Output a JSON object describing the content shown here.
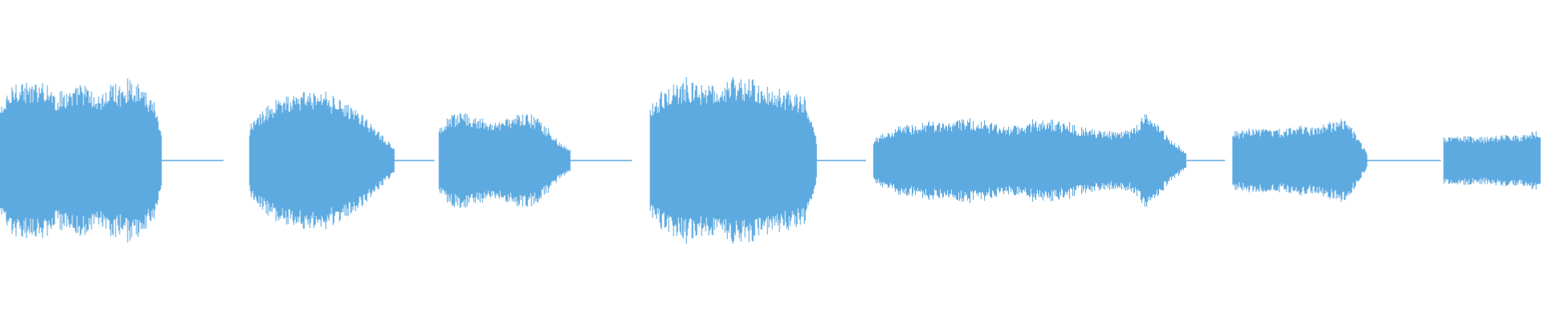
{
  "waveform": {
    "color": "#5DAAE1",
    "background": "#FFFFFF",
    "segments": [
      {
        "name": "segment-1",
        "start": 0.0,
        "end": 0.105,
        "levels": [
          0.34,
          0.42,
          0.52,
          0.5,
          0.47,
          0.53,
          0.49,
          0.42,
          0.46,
          0.44,
          0.5,
          0.46,
          0.41,
          0.44,
          0.5,
          0.47,
          0.53,
          0.49,
          0.44,
          0.4,
          0.18
        ]
      },
      {
        "name": "segment-2",
        "start": 0.162,
        "end": 0.256,
        "levels": [
          0.22,
          0.32,
          0.38,
          0.41,
          0.43,
          0.44,
          0.43,
          0.41,
          0.37,
          0.31,
          0.24,
          0.16,
          0.08
        ]
      },
      {
        "name": "segment-3",
        "start": 0.285,
        "end": 0.37,
        "levels": [
          0.22,
          0.28,
          0.31,
          0.29,
          0.27,
          0.25,
          0.26,
          0.29,
          0.3,
          0.27,
          0.2,
          0.12,
          0.07
        ]
      },
      {
        "name": "segment-4",
        "start": 0.422,
        "end": 0.53,
        "levels": [
          0.34,
          0.44,
          0.48,
          0.5,
          0.49,
          0.47,
          0.5,
          0.53,
          0.52,
          0.5,
          0.47,
          0.45,
          0.44,
          0.4,
          0.13
        ]
      },
      {
        "name": "segment-5",
        "start": 0.567,
        "end": 0.77,
        "levels": [
          0.14,
          0.19,
          0.22,
          0.23,
          0.25,
          0.24,
          0.26,
          0.27,
          0.25,
          0.23,
          0.22,
          0.23,
          0.25,
          0.26,
          0.24,
          0.22,
          0.2,
          0.19,
          0.18,
          0.2,
          0.3,
          0.22,
          0.12,
          0.05
        ]
      },
      {
        "name": "segment-6",
        "start": 0.8,
        "end": 0.887,
        "levels": [
          0.18,
          0.2,
          0.2,
          0.21,
          0.2,
          0.22,
          0.21,
          0.22,
          0.24,
          0.28,
          0.18,
          0.05
        ]
      },
      {
        "name": "segment-7",
        "start": 0.937,
        "end": 1.0,
        "levels": [
          0.15,
          0.16,
          0.16,
          0.15,
          0.15,
          0.16,
          0.17,
          0.16,
          0.18,
          0.19
        ]
      }
    ],
    "baseline_gaps": [
      {
        "start": 0.105,
        "end": 0.145
      },
      {
        "start": 0.256,
        "end": 0.282
      },
      {
        "start": 0.37,
        "end": 0.41
      },
      {
        "start": 0.53,
        "end": 0.562
      },
      {
        "start": 0.77,
        "end": 0.795
      },
      {
        "start": 0.887,
        "end": 0.935
      }
    ]
  }
}
